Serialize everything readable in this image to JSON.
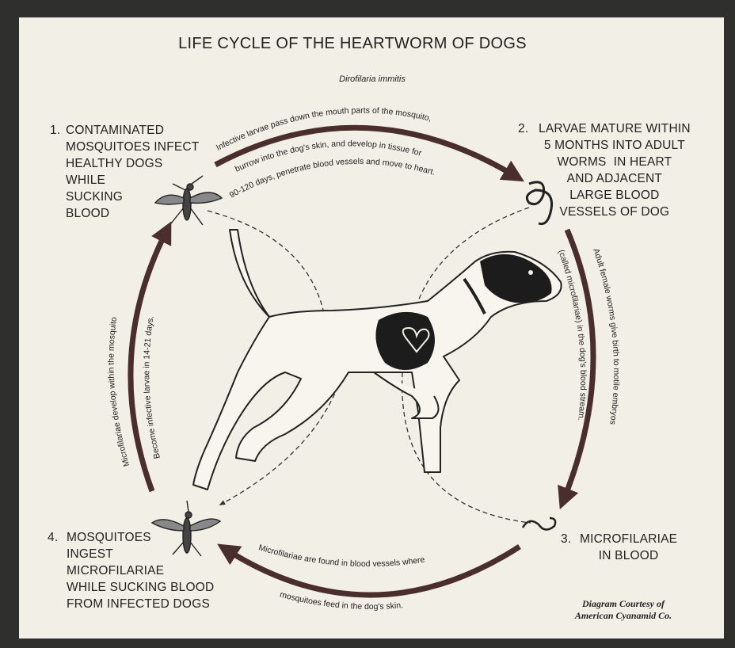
{
  "title": "LIFE CYCLE OF THE HEARTWORM OF DOGS",
  "subtitle": "Dirofilaria immitis",
  "steps": {
    "s1": {
      "number": "1.",
      "text": "CONTAMINATED\nMOSQUITOES INFECT\nHEALTHY DOGS\nWHILE\nSUCKING\nBLOOD"
    },
    "s2": {
      "number": "2.",
      "text": "LARVAE MATURE WITHIN\n5 MONTHS INTO ADULT\nWORMS  IN HEART\nAND ADJACENT\nLARGE BLOOD\nVESSELS OF DOG"
    },
    "s3": {
      "number": "3.",
      "text": "MICROFILARIAE\nIN BLOOD"
    },
    "s4": {
      "number": "4.",
      "text": "MOSQUITOES\nINGEST\nMICROFILARIAE\nWHILE SUCKING BLOOD\nFROM INFECTED DOGS"
    }
  },
  "arcs": {
    "top_outer": "Infective larvae pass down the mouth parts of the mosquito,",
    "top_inner1": "burrow into the dog's skin, and develop in tissue for",
    "top_inner2": "90-120 days, penetrate blood vessels and move to heart.",
    "right_outer": "Adult female worms give birth to motile embryos",
    "right_inner": "(called microfilariae) in the dog's blood stream.",
    "bottom_inner": "Microfilariae are found in blood vessels where",
    "bottom_outer": "mosquitoes feed in the dog's skin.",
    "left_outer": "Microfilariae develop within the mosquito",
    "left_inner": "Become infective larvae in 14-21 days."
  },
  "credit": {
    "line1": "Diagram Courtesy of",
    "line2": "American Cyanamid Co."
  },
  "colors": {
    "paper": "#f2efe6",
    "frame": "#2f2f2d",
    "ink": "#222222",
    "arrow": "#4a2d2d"
  },
  "icons": [
    "mosquito-icon",
    "worm-icon",
    "microfilaria-icon",
    "dog-illustration",
    "heart-icon"
  ]
}
